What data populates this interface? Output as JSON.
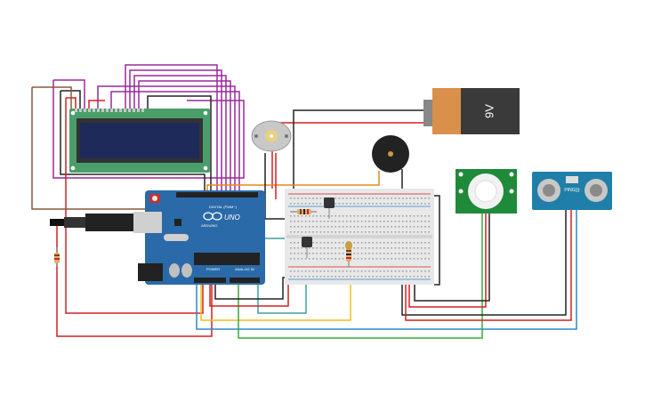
{
  "battery": {
    "label": "9V",
    "body_color": "#3a3a3a",
    "cap_color": "#d8904a"
  },
  "arduino": {
    "board_label": "UNO",
    "brand": "ARDUINO",
    "digital_header": "DIGITAL (PWM~)",
    "power_label": "POWER",
    "analog_label": "ANALOG IN",
    "color": "#2a6aa8"
  },
  "ultrasonic": {
    "label": "PING)))",
    "color": "#1f7fa8"
  },
  "pir": {
    "color": "#1f8a3a"
  },
  "lcd": {
    "frame_color": "#4a9e6a",
    "screen_color": "#1e2a5a"
  },
  "colors": {
    "purple": "#9a2a9a",
    "red": "#d42020",
    "black": "#222222",
    "brown": "#8a5a3a",
    "yellow": "#e8c21a",
    "teal": "#3aa0a0",
    "green": "#3aaa3a",
    "blue": "#2a8ac8",
    "orange": "#e08a1a",
    "breadboard": "#e8e8e8"
  }
}
